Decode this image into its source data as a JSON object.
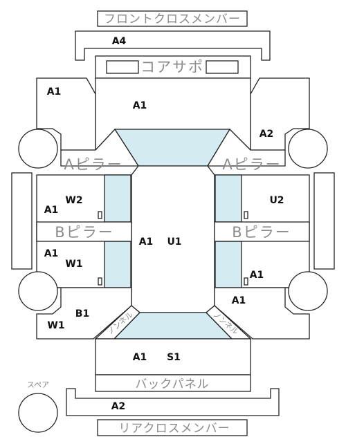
{
  "colors": {
    "highlight": "#d3ebf1",
    "line": "#222222",
    "label": "#8a8a8a"
  },
  "labels": {
    "front_cross_member": "フロントクロスメンバー",
    "core_support": "コアサポ",
    "a_pillar_left": "Aピラー",
    "a_pillar_right": "Aピラー",
    "b_pillar_left": "Bピラー",
    "b_pillar_right": "Bピラー",
    "back_panel": "バックパネル",
    "rear_cross_member": "リアクロスメンバー",
    "spare": "スペア",
    "tunnel_left": "ノンネル",
    "tunnel_right": "ノンネル"
  },
  "grades": {
    "a4": "A4",
    "front_left": "A1",
    "front_center": "A1",
    "front_right": "A2",
    "left_w2_a": "A1",
    "left_w2_w": "W2",
    "left_w1_a": "A1",
    "left_w1_w": "W1",
    "roof_a": "A1",
    "roof_u": "U1",
    "right_u2": "U2",
    "right_a1_upper": "A1",
    "right_a1_lower": "A1",
    "rear_left_b": "B1",
    "rear_left_w": "W1",
    "trunk_a": "A1",
    "trunk_s": "S1",
    "a2_rear": "A2"
  }
}
